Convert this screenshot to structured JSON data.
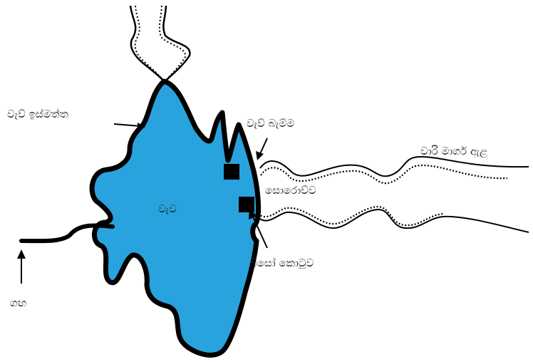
{
  "labels": {
    "tank_upper_margin": "වැව් ඉස්මත්ත",
    "tank": "වැව",
    "tank_bund": "වැව් බැම්ම",
    "canal": "වාරි මාර්ග ඇළ",
    "sluice": "සොරොව්ව",
    "bisokotuwa": "බිසෝ කොටුව",
    "river": "ගඟ"
  },
  "colors": {
    "water": "#29A3DE",
    "outline": "#000000",
    "background": "#FFFFFF"
  }
}
